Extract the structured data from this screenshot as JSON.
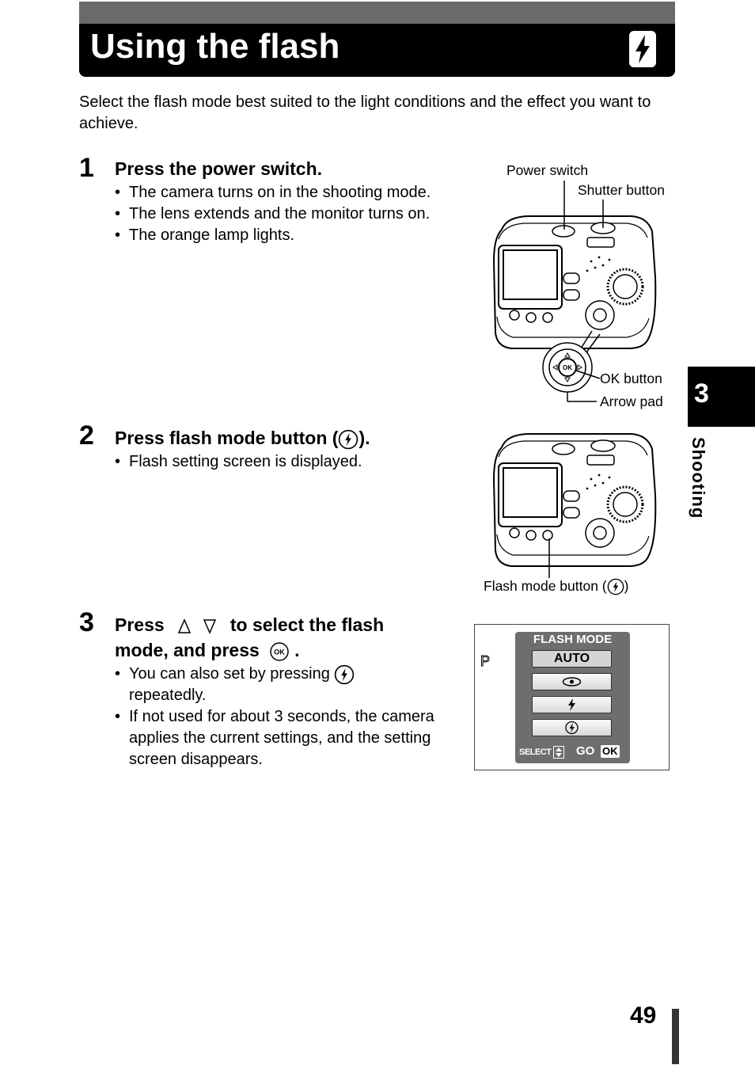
{
  "title": "Using the flash",
  "intro": "Select the flash mode best suited to the light conditions and the effect you want to achieve.",
  "steps": [
    {
      "number": "1",
      "heading": "Press the power switch.",
      "bullets": [
        "The camera turns on in the shooting mode.",
        "The lens extends and the monitor turns on.",
        "The orange lamp lights."
      ]
    },
    {
      "number": "2",
      "heading_start": "Press flash mode button (",
      "heading_end": ").",
      "bullets": [
        "Flash setting screen is displayed."
      ]
    },
    {
      "number": "3",
      "heading_press": "Press",
      "heading_mid": "to select the flash",
      "heading_line2": "mode, and press",
      "heading_end": ".",
      "bullet1_start": "You can also set by pressing",
      "bullet1_end": "repeatedly.",
      "bullet2": "If not used for about 3 seconds, the camera applies the current settings, and the setting screen disappears."
    }
  ],
  "figure1": {
    "power_switch": "Power switch",
    "shutter_button": "Shutter button",
    "ok_button": "OK button",
    "arrow_pad": "Arrow pad",
    "pad_center": "OK"
  },
  "figure2": {
    "flash_label_start": "Flash mode button (",
    "flash_label_end": ")"
  },
  "screen": {
    "title": "FLASH MODE",
    "selected_option": "AUTO",
    "select_label": "SELECT",
    "go_label": "GO",
    "ok_label": "OK",
    "mode_letter": "P"
  },
  "ok_icon_text": "OK",
  "chapter": {
    "number": "3",
    "label": "Shooting"
  },
  "page_number": "49"
}
